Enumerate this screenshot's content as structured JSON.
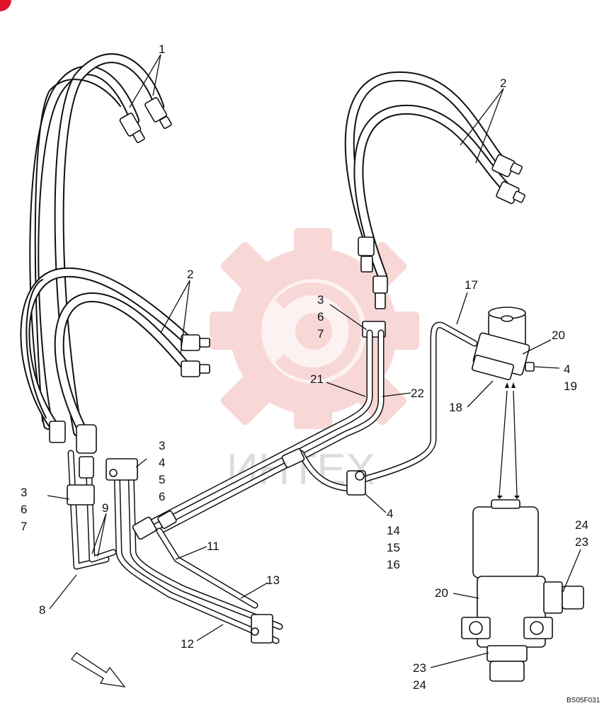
{
  "diagram": {
    "callouts": [
      {
        "id": "c1",
        "lines": [
          "1"
        ]
      },
      {
        "id": "c2a",
        "lines": [
          "2"
        ]
      },
      {
        "id": "c2b",
        "lines": [
          "2"
        ]
      },
      {
        "id": "c3a",
        "lines": [
          "3",
          "6",
          "7"
        ]
      },
      {
        "id": "c3b",
        "lines": [
          "3",
          "4",
          "5",
          "6"
        ]
      },
      {
        "id": "c3c",
        "lines": [
          "3",
          "6",
          "7"
        ]
      },
      {
        "id": "c17",
        "lines": [
          "17"
        ]
      },
      {
        "id": "c20a",
        "lines": [
          "20"
        ]
      },
      {
        "id": "c419",
        "lines": [
          "4",
          "19"
        ]
      },
      {
        "id": "c18",
        "lines": [
          "18"
        ]
      },
      {
        "id": "c21",
        "lines": [
          "21"
        ]
      },
      {
        "id": "c22",
        "lines": [
          "22"
        ]
      },
      {
        "id": "c4a",
        "lines": [
          "4",
          "14",
          "15",
          "16"
        ]
      },
      {
        "id": "c9",
        "lines": [
          "9"
        ]
      },
      {
        "id": "c11",
        "lines": [
          "11"
        ]
      },
      {
        "id": "c13",
        "lines": [
          "13"
        ]
      },
      {
        "id": "c12",
        "lines": [
          "12"
        ]
      },
      {
        "id": "c8",
        "lines": [
          "8"
        ]
      },
      {
        "id": "c2423",
        "lines": [
          "24",
          "23"
        ]
      },
      {
        "id": "c20b",
        "lines": [
          "20"
        ]
      },
      {
        "id": "c2324",
        "lines": [
          "23",
          "24"
        ]
      }
    ],
    "drawing_code": "BS05F031",
    "watermark_text": "ИНТЕХ",
    "colors": {
      "line": "#111111",
      "watermark": "#f4c4c4",
      "marker": "#e0142b"
    }
  }
}
